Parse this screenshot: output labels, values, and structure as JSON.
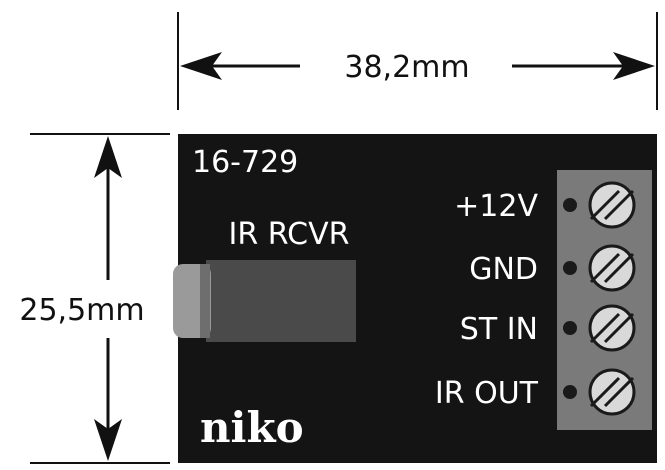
{
  "dimensions": {
    "width_label": "38,2mm",
    "height_label": "25,5mm"
  },
  "module": {
    "part_number": "16-729",
    "name": "IR RCVR",
    "brand_logo": "niko",
    "terminals": [
      {
        "label": "+12V"
      },
      {
        "label": "GND"
      },
      {
        "label": "ST IN"
      },
      {
        "label": "IR OUT"
      }
    ]
  },
  "colors": {
    "board": "#141414",
    "terminal_block": "#7a7a7a",
    "screw": "#d9d9d9",
    "jack_body": "#4a4a4a",
    "jack_barrel": "#9a9a9a",
    "ink": "#111111"
  }
}
